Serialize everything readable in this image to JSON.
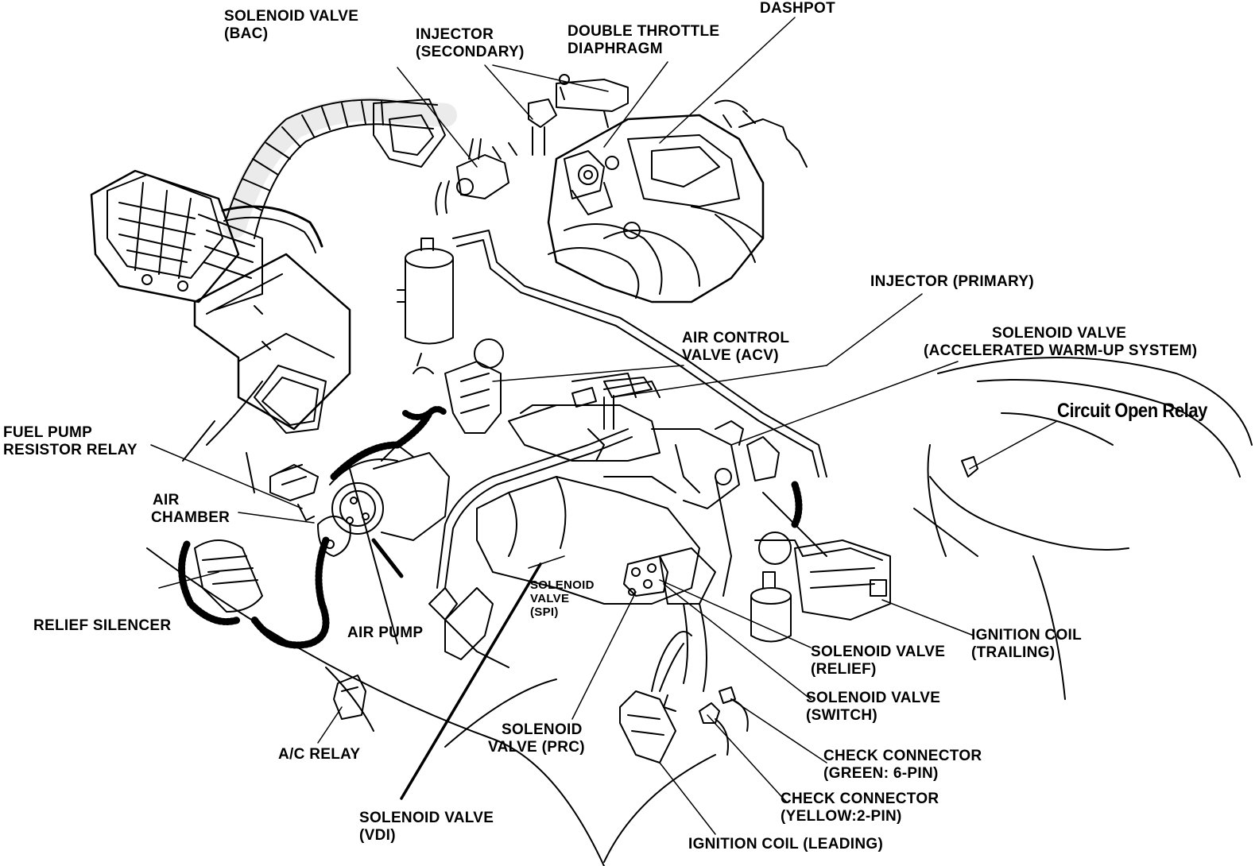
{
  "labels": {
    "solenoid_bac": [
      "SOLENOID VALVE",
      "(BAC)"
    ],
    "injector_secondary": [
      "INJECTOR",
      "(SECONDARY)"
    ],
    "double_throttle": [
      "DOUBLE THROTTLE",
      "DIAPHRAGM"
    ],
    "dashpot": [
      "DASHPOT"
    ],
    "injector_primary": [
      "INJECTOR (PRIMARY)"
    ],
    "air_control_valve": [
      "AIR CONTROL",
      "VALVE (ACV)"
    ],
    "solenoid_warmup": [
      "SOLENOID VALVE",
      "(ACCELERATED WARM-UP SYSTEM)"
    ],
    "circuit_open_relay": [
      "Circuit Open Relay"
    ],
    "fuel_pump_relay": [
      "FUEL PUMP",
      "RESISTOR RELAY"
    ],
    "air_chamber": [
      "AIR",
      "CHAMBER"
    ],
    "solenoid_spi": [
      "SOLENOID",
      "VALVE",
      "(SPI)"
    ],
    "relief_silencer": [
      "RELIEF SILENCER"
    ],
    "air_pump": [
      "AIR PUMP"
    ],
    "solenoid_relief": [
      "SOLENOID VALVE",
      "(RELIEF)"
    ],
    "ignition_trailing": [
      "IGNITION COIL",
      "(TRAILING)"
    ],
    "solenoid_switch": [
      "SOLENOID VALVE",
      "(SWITCH)"
    ],
    "solenoid_prc": [
      "SOLENOID",
      "VALVE (PRC)"
    ],
    "ac_relay": [
      "A/C RELAY"
    ],
    "check_green": [
      "CHECK CONNECTOR",
      "(GREEN: 6-PIN)"
    ],
    "check_yellow": [
      "CHECK CONNECTOR",
      "(YELLOW:2-PIN)"
    ],
    "solenoid_vdi": [
      "SOLENOID VALVE",
      "(VDI)"
    ],
    "ignition_leading": [
      "IGNITION COIL (LEADING)"
    ]
  },
  "colors": {
    "ink": "#000000",
    "paper": "#ffffff"
  }
}
